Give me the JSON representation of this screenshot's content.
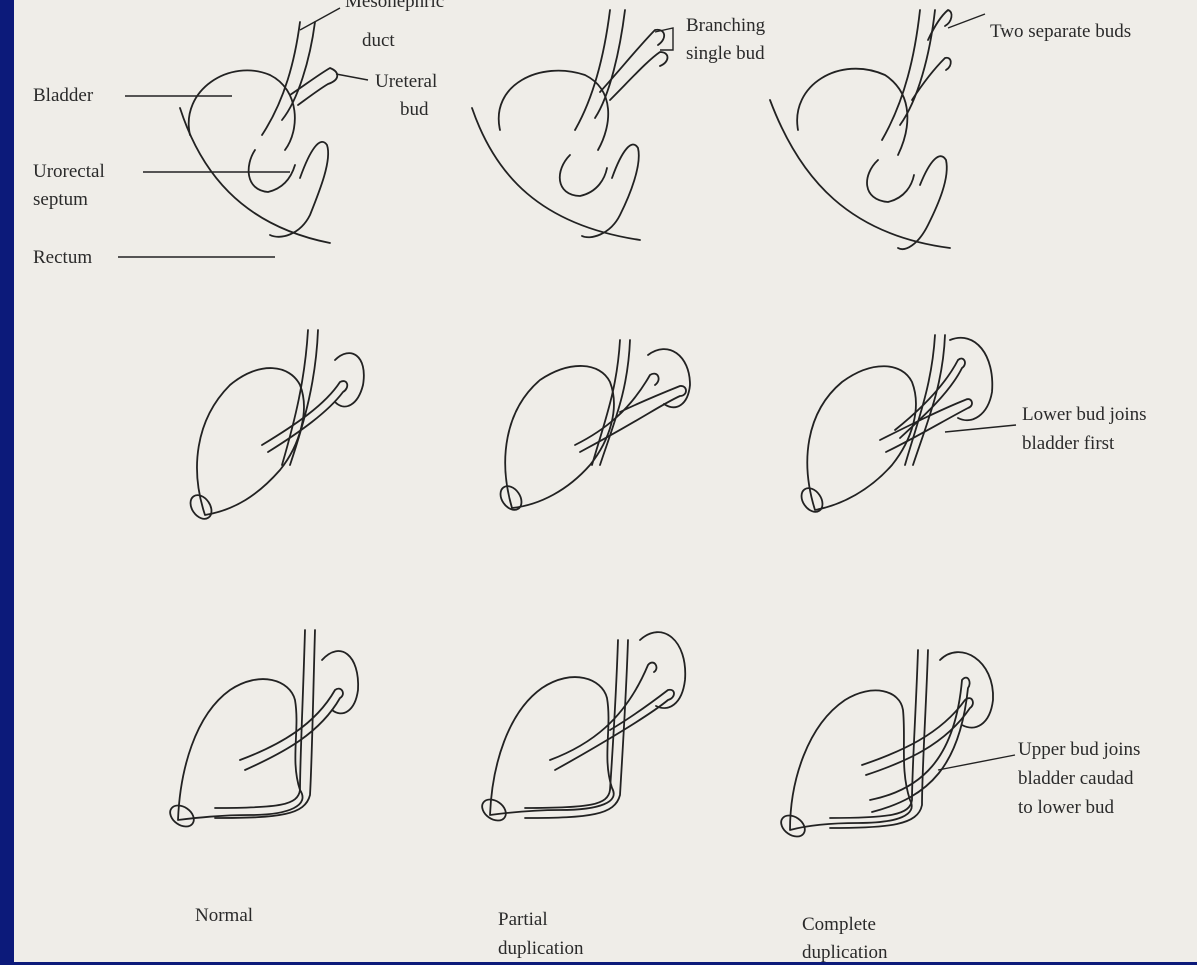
{
  "colors": {
    "slide_background": "#0c1a7a",
    "paper": "#efede8",
    "ink": "#222222"
  },
  "labels": {
    "mesonephric_duct_1": "Mesonephric",
    "mesonephric_duct_2": "duct",
    "ureteral_bud_1": "Ureteral",
    "ureteral_bud_2": "bud",
    "bladder": "Bladder",
    "urorectal_septum_1": "Urorectal",
    "urorectal_septum_2": "septum",
    "rectum": "Rectum",
    "branching_1": "Branching",
    "branching_2": "single bud",
    "two_separate": "Two separate buds",
    "lower_bud_1": "Lower bud joins",
    "lower_bud_2": "bladder first",
    "upper_bud_1": "Upper bud joins",
    "upper_bud_2": "bladder caudad",
    "upper_bud_3": "to lower bud"
  },
  "columns": {
    "normal": "Normal",
    "partial_1": "Partial",
    "partial_2": "duplication",
    "complete_1": "Complete",
    "complete_2": "duplication"
  }
}
